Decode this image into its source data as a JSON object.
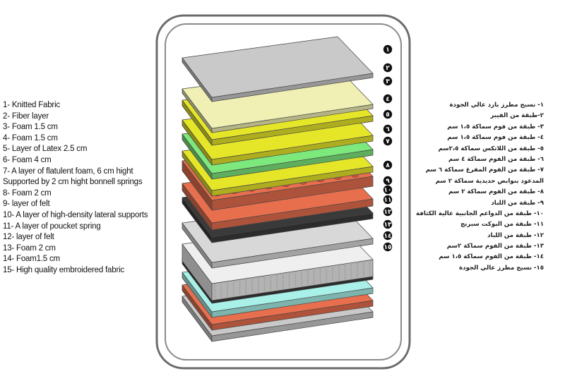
{
  "english_labels": [
    "1- Knitted Fabric",
    "2- Fiber layer",
    "3- Foam 1.5 cm",
    "4- Foam 1.5 cm",
    "5- Layer of Latex 2.5 cm",
    "6- Foam 4 cm",
    "7- A layer of flatulent foam, 6 cm hight",
    "Supported by 2 cm hight bonnell springs",
    "8- Foam 2 cm",
    "9- layer of felt",
    "10- A layer of high-density lateral supports",
    "11- A layer of poucket spring",
    "12- layer of felt",
    "13- Foam 2 cm",
    "14- Foam1.5 cm",
    "15- High quality embroidered fabric"
  ],
  "arabic_labels": [
    "١- نسيج مطرز بارد عالي الجودة",
    "٢-طبقة من الفيبر",
    "٣- طبقة من فوم سماكة ١،٥ سم",
    "٤- طبقة من فوم سماكة ١،٥ سم",
    "٥- طبقة من اللاتكس سماكة ٢،٥سم",
    "٦- طبقة من الفوم سماكة ٤ سم",
    "٧- طبقة من الفوم المفرغ سماكة ٦ سم",
    "المدعود بنوابض حديدية سماكة ٢ سم",
    "٨- طبقة من الفوم سماكة ٢ سم",
    "٩- طبقة من اللباد",
    "١٠- طبقة من الدواعم الجانبية عالية الكثافة",
    "١١- طبقة من البوكت سبرنج",
    "١٢- طبقة من اللباد",
    "١٣- طبقة من الفوم سماكة ٢سم",
    "١٤- طبقة من الفوم سماكة ١،٥ سم",
    "١٥- نسيج مطرز عالي الجودة"
  ],
  "layer_numbers": [
    "١",
    "٢",
    "٣",
    "٤",
    "٥",
    "٦",
    "٧",
    "٨",
    "٩",
    "١٠",
    "١١",
    "١٢",
    "١٣",
    "١٤",
    "١٥"
  ],
  "layers": [
    {
      "n": 1,
      "color": "#c9c9c9",
      "kind": "fabric"
    },
    {
      "n": 2,
      "color": "#f0f0b4",
      "kind": "fiber"
    },
    {
      "n": 3,
      "color": "#e6e629",
      "kind": "foam"
    },
    {
      "n": 4,
      "color": "#e6e629",
      "kind": "foam"
    },
    {
      "n": 5,
      "color": "#7de87c",
      "kind": "latex"
    },
    {
      "n": 6,
      "color": "#e6e629",
      "kind": "foam"
    },
    {
      "n": 7,
      "color": "#e86f4e",
      "kind": "bonnell"
    },
    {
      "n": 8,
      "color": "#e86f4e",
      "kind": "foam"
    },
    {
      "n": 9,
      "color": "#3a3a3a",
      "kind": "felt"
    },
    {
      "n": 10,
      "color": "#d8d8d8",
      "kind": "support"
    },
    {
      "n": 11,
      "color": "#efefef",
      "kind": "pocket"
    },
    {
      "n": 12,
      "color": "#3a3a3a",
      "kind": "felt"
    },
    {
      "n": 13,
      "color": "#a8f0e8",
      "kind": "foam"
    },
    {
      "n": 14,
      "color": "#e86f4e",
      "kind": "foam"
    },
    {
      "n": 15,
      "color": "#c9c9c9",
      "kind": "fabric"
    }
  ],
  "colors": {
    "frame_outer": "#6b6b6b",
    "frame_inner": "#8a8a8a",
    "badge": "#111111",
    "side_shade": "#00000040"
  }
}
